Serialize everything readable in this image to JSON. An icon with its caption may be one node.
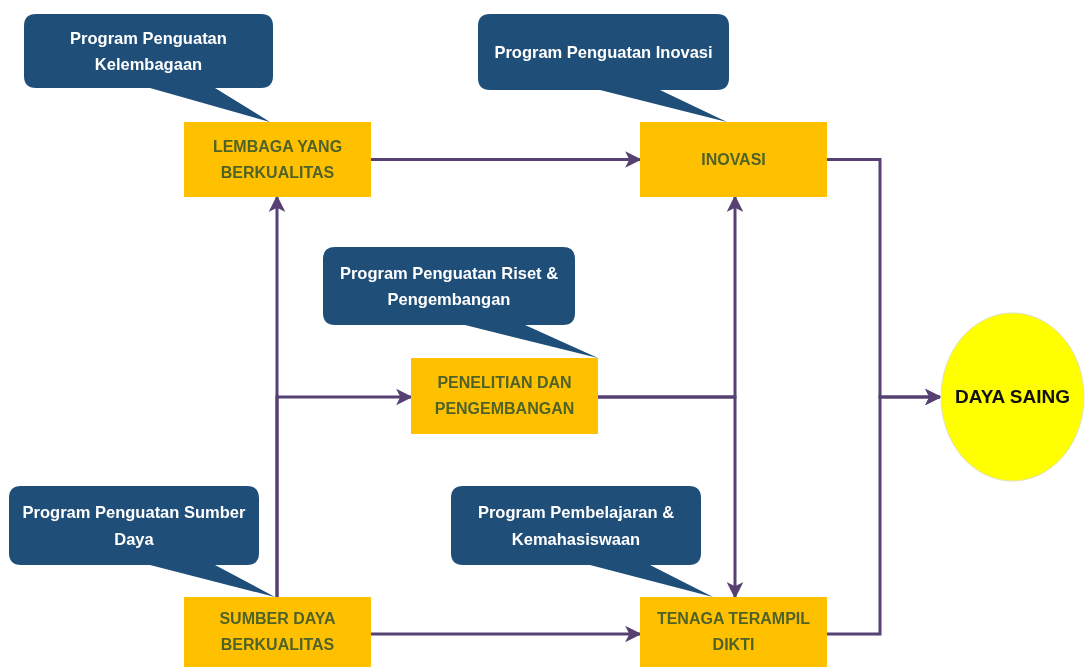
{
  "diagram": {
    "nodes": [
      {
        "text": [
          "Program Penguatan Kelembagaan"
        ]
      },
      {
        "text": [
          "Program Penguatan Inovasi"
        ]
      },
      {
        "text": [
          "LEMBAGA YANG BERKUALITAS"
        ]
      },
      {
        "text": [
          "INOVASI"
        ]
      },
      {
        "text": [
          "Program Penguatan Riset & Pengembangan"
        ]
      },
      {
        "text": [
          "PENELITIAN DAN PENGEMBANGAN"
        ]
      },
      {
        "text": [
          "DAYA SAING"
        ]
      },
      {
        "text": [
          "Program Penguatan Sumber Daya"
        ]
      },
      {
        "text": [
          "Program Pembelajaran & Kemahasiswaan"
        ]
      },
      {
        "text": [
          "SUMBER DAYA BERKUALITAS"
        ]
      },
      {
        "text": [
          "TENAGA TERAMPIL DIKTI"
        ]
      }
    ],
    "edges": [
      {
        "from": 2,
        "to": 3,
        "arrow": "to"
      },
      {
        "from": 9,
        "to": 2,
        "arrow": "to"
      },
      {
        "from": 9,
        "to": 5,
        "arrow": "to"
      },
      {
        "from": 9,
        "to": 10,
        "arrow": "to"
      },
      {
        "from": 5,
        "to": 3,
        "arrow": "to"
      },
      {
        "from": 5,
        "to": 10,
        "arrow": "to"
      },
      {
        "from": 3,
        "to": 6,
        "arrow": "to"
      },
      {
        "from": 10,
        "to": 6,
        "arrow": "to"
      }
    ]
  }
}
